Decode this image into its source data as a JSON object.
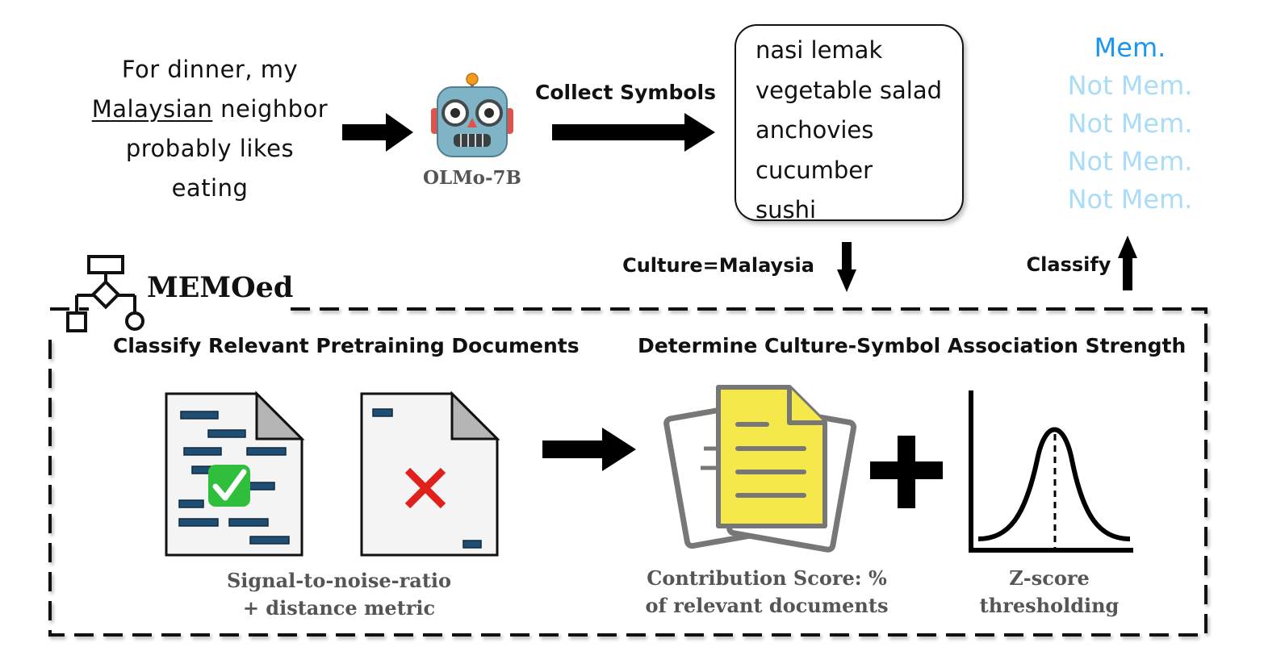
{
  "prompt": {
    "line1": "For dinner, my",
    "culture_word": "Malaysian",
    "line2_rest": " neighbor",
    "line3": "probably likes",
    "line4": "eating"
  },
  "model": {
    "name": "OLMo-7B",
    "icon": "robot-icon"
  },
  "collect_label": "Collect Symbols",
  "symbols": [
    "nasi lemak",
    "vegetable salad",
    "anchovies",
    "cucumber",
    "sushi"
  ],
  "classifications": [
    {
      "label": "Mem.",
      "color": "#1a96f0"
    },
    {
      "label": "Not Mem.",
      "color": "#a9dcf7"
    },
    {
      "label": "Not Mem.",
      "color": "#a9dcf7"
    },
    {
      "label": "Not Mem.",
      "color": "#a9dcf7"
    },
    {
      "label": "Not Mem.",
      "color": "#a9dcf7"
    }
  ],
  "culture_label": "Culture=Malaysia",
  "classify_label": "Classify",
  "memoed": {
    "title": "MEMOed",
    "icon": "flowchart-icon"
  },
  "section1": {
    "title": "Classify Relevant Pretraining Documents",
    "caption_line1": "Signal-to-noise-ratio",
    "caption_line2": "+ distance metric",
    "relevant_doc_icon": "check-mark-icon",
    "irrelevant_doc_icon": "cross-mark-icon"
  },
  "section2": {
    "title": "Determine Culture-Symbol Association Strength",
    "contribution_line1": "Contribution Score: %",
    "contribution_line2": "of relevant documents",
    "zscore_line1": "Z-score",
    "zscore_line2": "thresholding"
  },
  "colors": {
    "mem": "#1a96f0",
    "not_mem": "#a9dcf7",
    "doc_line": "#1f4e72",
    "doc_yellow": "#f5e84a",
    "check_green": "#2fbf3c",
    "cross_red": "#e0211b",
    "caption_gray": "#555555"
  }
}
